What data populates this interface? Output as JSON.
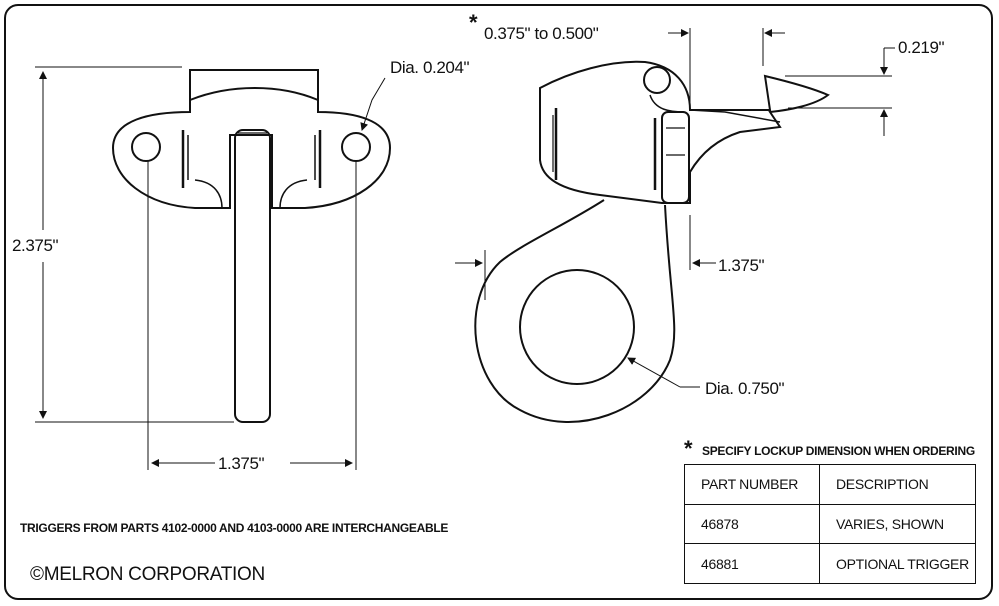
{
  "dimensions": {
    "front_height": "2.375\"",
    "front_width": "1.375\"",
    "hole_dia": "Dia. 0.204\"",
    "lockup": "0.375\" to 0.500\"",
    "trigger_gap": "0.219\"",
    "side_offset": "1.375\"",
    "ring_dia": "Dia. 0.750\""
  },
  "notes": {
    "lockup_asterisk": "*",
    "specify_asterisk": "*",
    "specify": "SPECIFY LOCKUP DIMENSION WHEN ORDERING",
    "interchangeable": "TRIGGERS FROM PARTS 4102-0000 AND 4103-0000 ARE INTERCHANGEABLE",
    "copyright": "©MELRON CORPORATION"
  },
  "table": {
    "headers": [
      "PART NUMBER",
      "DESCRIPTION"
    ],
    "rows": [
      {
        "part": "46878",
        "description": "VARIES, SHOWN"
      },
      {
        "part": "46881",
        "description": "OPTIONAL TRIGGER"
      }
    ]
  },
  "colors": {
    "line": "#111111",
    "background": "#ffffff"
  }
}
